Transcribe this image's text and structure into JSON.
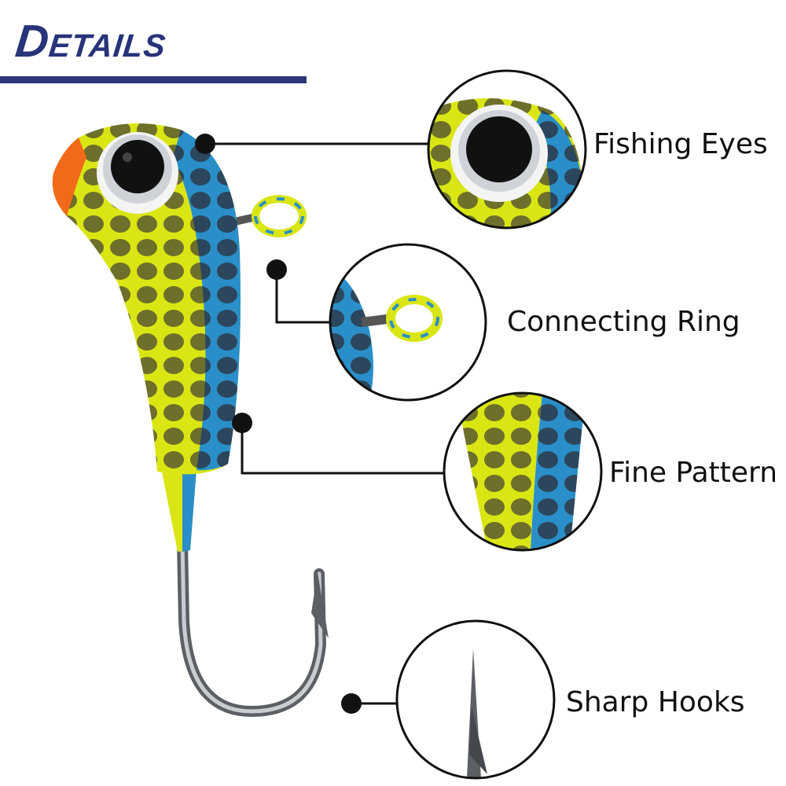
{
  "header": {
    "title": "Details"
  },
  "callouts": [
    {
      "label": "Fishing Eyes"
    },
    {
      "label": "Connecting Ring"
    },
    {
      "label": "Fine Pattern"
    },
    {
      "label": "Sharp Hooks"
    }
  ],
  "colors": {
    "title": "#27337a",
    "jig_yellow": "#d9e614",
    "jig_blue": "#2a8fc8",
    "jig_orange": "#f06a1a",
    "hook_steel": "#6b6e72",
    "line": "#111111"
  }
}
